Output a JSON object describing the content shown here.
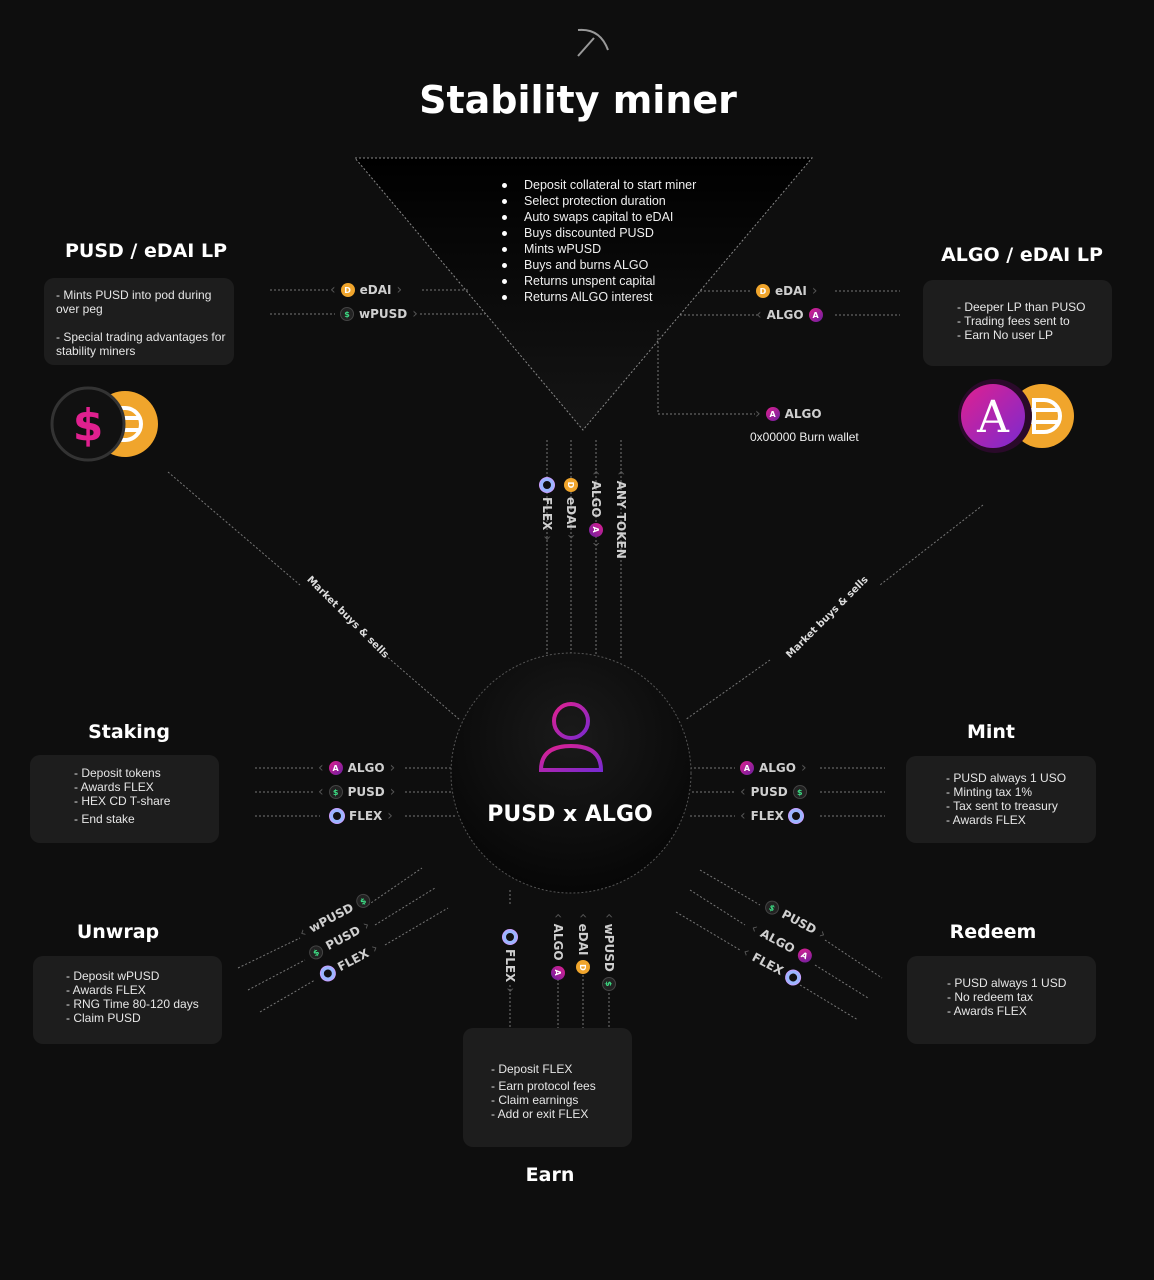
{
  "title": "Stability miner",
  "miner_steps": [
    "Deposit collateral to start miner",
    "Select protection duration",
    "Auto swaps capital to eDAI",
    "Buys discounted PUSD",
    "Mints wPUSD",
    "Buys and burns ALGO",
    "Returns unspent capital",
    "Returns AlLGO interest"
  ],
  "pusd_lp": {
    "title": "PUSD / eDAI LP",
    "lines": [
      "- Mints PUSD into pod during",
      "over peg",
      "- Special trading advantages for",
      "stability miners"
    ],
    "tokens": [
      "eDAI",
      "wPUSD"
    ]
  },
  "algo_lp": {
    "title": "ALGO / eDAI LP",
    "lines": [
      "- Deeper LP than PUSO",
      "- Trading fees sent to",
      "- Earn No user LP"
    ],
    "tokens": [
      "eDAI",
      "ALGO"
    ]
  },
  "burn": {
    "token": "ALGO",
    "label": "0x00000 Burn wallet"
  },
  "miner_out_tokens": [
    "FLEX",
    "eDAI",
    "ALGO",
    "ANY TOKEN"
  ],
  "market_label": "Market buys & sells",
  "center": {
    "label": "PUSD x ALGO"
  },
  "staking": {
    "title": "Staking",
    "lines": [
      "- Deposit tokens",
      "- Awards FLEX",
      "- HEX CD T-share",
      "- End stake"
    ],
    "tokens": [
      "ALGO",
      "PUSD",
      "FLEX"
    ]
  },
  "mint": {
    "title": "Mint",
    "lines": [
      "- PUSD always 1 USO",
      "- Minting tax 1%",
      "- Tax sent to treasury",
      "- Awards FLEX"
    ],
    "tokens": [
      "ALGO",
      "PUSD",
      "FLEX"
    ]
  },
  "unwrap": {
    "title": "Unwrap",
    "lines": [
      "- Deposit wPUSD",
      "- Awards FLEX",
      "- RNG Time 80-120 days",
      "- Claim PUSD"
    ],
    "tokens": [
      "wPUSD",
      "PUSD",
      "FLEX"
    ]
  },
  "redeem": {
    "title": "Redeem",
    "lines": [
      "- PUSD always 1 USD",
      "- No redeem tax",
      "- Awards FLEX"
    ],
    "tokens": [
      "PUSD",
      "ALGO",
      "FLEX"
    ]
  },
  "earn": {
    "title": "Earn",
    "lines": [
      "- Deposit FLEX",
      "- Earn protocol fees",
      "- Claim earnings",
      "- Add or exit FLEX"
    ],
    "tokens": [
      "FLEX",
      "ALGO",
      "eDAI",
      "wPUSD"
    ]
  },
  "colors": {
    "edai": "#f0a52c",
    "algo": "#e0208f",
    "pusd_green": "#3ddc84",
    "flex": "#9ab6ff",
    "card": "#1d1d1d"
  }
}
